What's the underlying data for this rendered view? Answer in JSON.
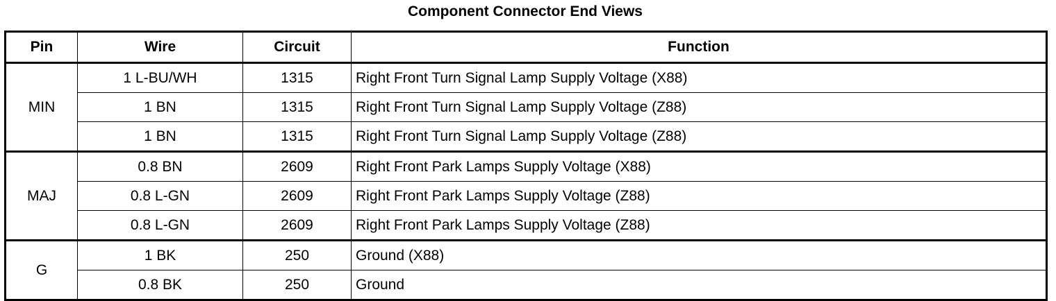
{
  "title": "Component Connector End Views",
  "headers": {
    "pin": "Pin",
    "wire": "Wire",
    "circuit": "Circuit",
    "function": "Function"
  },
  "groups": [
    {
      "pin": "MIN",
      "rows": [
        {
          "wire": "1 L-BU/WH",
          "circuit": "1315",
          "function": "Right Front Turn Signal Lamp Supply Voltage (X88)"
        },
        {
          "wire": "1 BN",
          "circuit": "1315",
          "function": "Right Front Turn Signal Lamp Supply Voltage (Z88)"
        },
        {
          "wire": "1 BN",
          "circuit": "1315",
          "function": "Right Front Turn Signal Lamp Supply Voltage (Z88)"
        }
      ]
    },
    {
      "pin": "MAJ",
      "rows": [
        {
          "wire": "0.8 BN",
          "circuit": "2609",
          "function": "Right Front Park Lamps Supply Voltage (X88)"
        },
        {
          "wire": "0.8 L-GN",
          "circuit": "2609",
          "function": "Right Front Park Lamps Supply Voltage (Z88)"
        },
        {
          "wire": "0.8 L-GN",
          "circuit": "2609",
          "function": "Right Front Park Lamps Supply Voltage (Z88)"
        }
      ]
    },
    {
      "pin": "G",
      "rows": [
        {
          "wire": "1 BK",
          "circuit": "250",
          "function": "Ground (X88)"
        },
        {
          "wire": "0.8 BK",
          "circuit": "250",
          "function": "Ground"
        }
      ]
    }
  ]
}
